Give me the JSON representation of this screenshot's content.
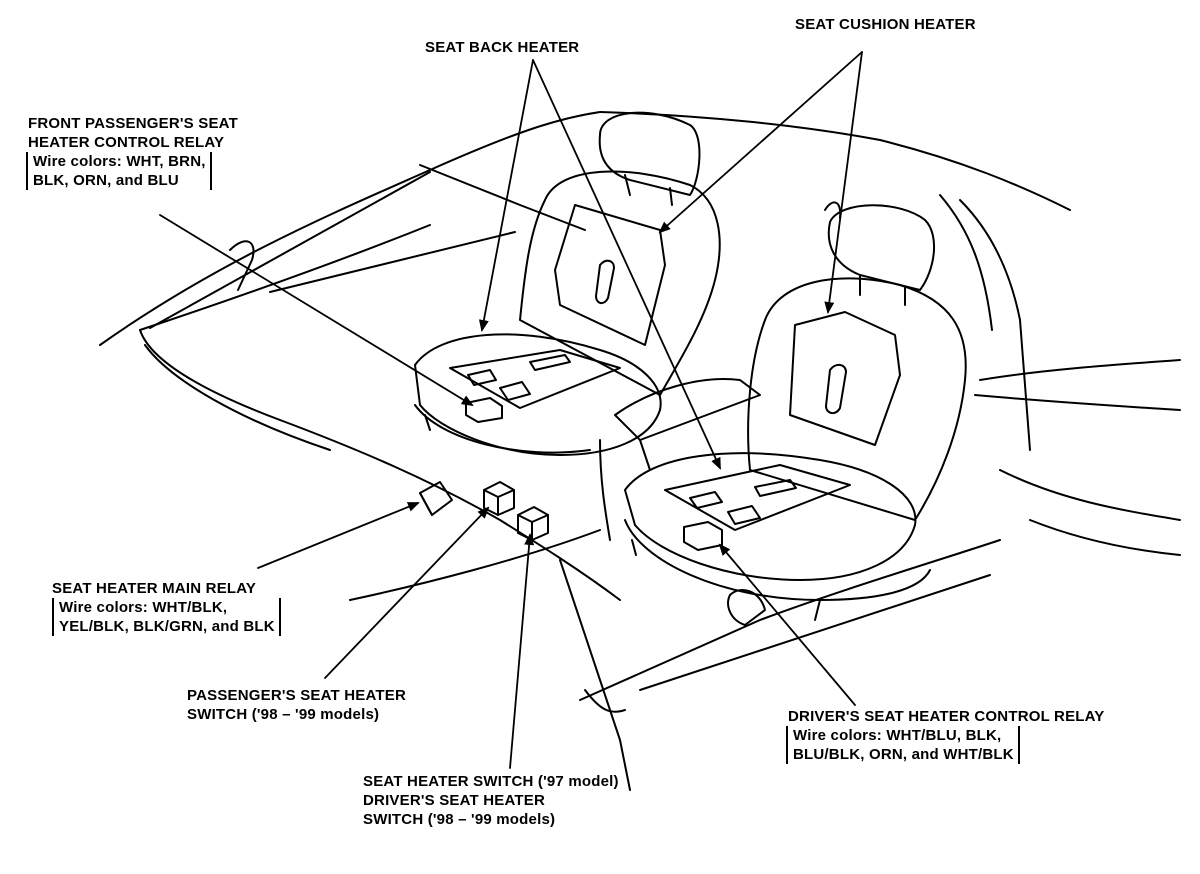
{
  "labels": {
    "seat_back_heater": "SEAT BACK HEATER",
    "seat_cushion_heater": "SEAT CUSHION HEATER",
    "front_passenger_relay": {
      "line1": "FRONT PASSENGER'S SEAT",
      "line2": "HEATER CONTROL RELAY",
      "wire1": "Wire colors: WHT, BRN,",
      "wire2": "BLK, ORN, and BLU"
    },
    "main_relay": {
      "line1": "SEAT HEATER MAIN RELAY",
      "wire1": "Wire colors: WHT/BLK,",
      "wire2": "YEL/BLK, BLK/GRN, and BLK"
    },
    "passenger_switch": {
      "line1": "PASSENGER'S SEAT HEATER",
      "line2": "SWITCH ('98 – '99 models)"
    },
    "driver_switch": {
      "line1": "SEAT HEATER SWITCH ('97 model)",
      "line2": "DRIVER'S SEAT HEATER",
      "line3": "SWITCH ('98 – '99 models)"
    },
    "driver_relay": {
      "line1": "DRIVER'S SEAT HEATER CONTROL RELAY",
      "wire1": "Wire colors: WHT/BLU, BLK,",
      "wire2": "BLU/BLK, ORN, and WHT/BLK"
    }
  }
}
